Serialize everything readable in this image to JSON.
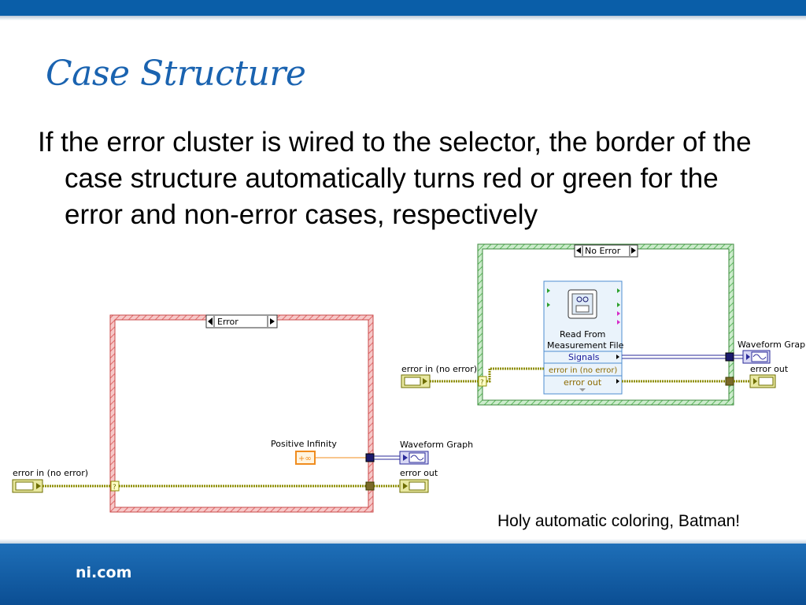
{
  "slide": {
    "title": "Case Structure",
    "body": "If the error cluster is wired to the selector, the border of the case structure automatically turns red or green for the error and non-error cases, respectively",
    "caption": "Holy automatic coloring, Batman!",
    "footer": "ni.com"
  },
  "colors": {
    "brand_blue": "#0a5ea8",
    "title_blue": "#1a63b0",
    "error_border": "#e04a4a",
    "no_error_border": "#3caa3c",
    "error_wire": "#8c8c00",
    "waveform_wire": "#2a2a9a",
    "infinity_orange": "#f08c1e"
  },
  "error_diagram": {
    "case_selector": "Error",
    "constant_label": "Positive Infinity",
    "constant_value": "+∞",
    "input_label": "error in (no error)",
    "graph_label": "Waveform Graph",
    "output_label": "error out"
  },
  "no_error_diagram": {
    "case_selector": "No Error",
    "vi_label_line1": "Read From",
    "vi_label_line2": "Measurement File",
    "vi_terminals": [
      "Signals",
      "error in (no error)",
      "error out"
    ],
    "input_label": "error in (no error)",
    "graph_label": "Waveform Graph",
    "output_label": "error out"
  }
}
